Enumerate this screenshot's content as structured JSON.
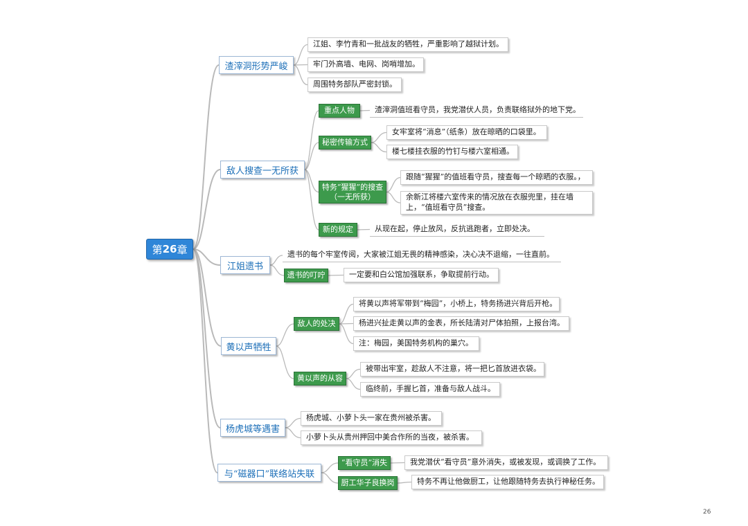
{
  "root": {
    "chapter_prefix": "第",
    "chapter_num": "26",
    "chapter_suffix": "章"
  },
  "branches": {
    "b1": {
      "title": "渣滓洞形势严峻",
      "leaves": [
        "江姐、李竹青和一批战友的牺牲，严重影响了越狱计划。",
        "牢门外高墙、电网、岗哨增加。",
        "周围特务部队严密封锁。"
      ]
    },
    "b2": {
      "title": "敌人搜查一无所获",
      "s1": {
        "label": "重点人物",
        "leaf": "渣滓洞值班看守员，我党潜伏人员，负责联络狱外的地下党。"
      },
      "s2": {
        "label": "秘密传输方式",
        "leaves": [
          "女牢室将“消息”（纸条）放在晾晒的口袋里。",
          "楼七楼挂衣服的竹钉与楼六室相通。"
        ]
      },
      "s3": {
        "line1": "特务“猩猩”的搜查",
        "line2": "（一无所获）",
        "leaf1": "跟随“猩猩”的值班看守员，搜查每一个晾晒的衣服。，",
        "leaf2a": "余新江将楼六室传来的情况放在衣服兜里，挂在墙",
        "leaf2b": "上，“值班看守员”搜查。"
      },
      "s4": {
        "label": "新的规定",
        "leaf": "从现在起，停止放风，反抗逃跑者，立即处决。"
      }
    },
    "b3": {
      "title": "江姐遗书",
      "leaf": "遗书的每个牢室传阅，大家被江姐无畏的精神感染，决心决不退缩，一往直前。",
      "s1": {
        "label": "遗书的叮咛",
        "leaf": "一定要和白公馆加强联系，争取提前行动。"
      }
    },
    "b4": {
      "title": "黄以声牺牲",
      "s1": {
        "label": "敌人的处决",
        "leaves": [
          "将黄以声将军带到“梅园”，小桥上，特务扬进兴背后开枪。",
          "杨进兴扯走黄以声的金表，所长陆清对尸体拍照，上报台湾。",
          "注：梅园，美国特务机构的巢穴。"
        ]
      },
      "s2": {
        "label": "黄以声的从容",
        "leaves": [
          "被带出牢室，趁敌人不注意，将一把匕首放进衣袋。",
          "临终前，手握匕首，准备与敌人战斗。"
        ]
      }
    },
    "b5": {
      "title": "杨虎城等遇害",
      "leaves": [
        "杨虎城、小萝卜头一家在贵州被杀害。",
        "小萝卜头从贵州押回中美合作所的当夜，被杀害。"
      ]
    },
    "b6": {
      "title": "与“磁器口”联络站失联",
      "s1": {
        "label": "“看守员”消失",
        "leaf": "我党潜伏“看守员”意外消失，或被发现，或调换了工作。"
      },
      "s2": {
        "label": "厨工华子良换岗",
        "leaf": "特务不再让他做厨工，让他跟随特务去执行神秘任务。"
      }
    }
  },
  "page_number": "26",
  "colors": {
    "root": "#2f86d8",
    "branch_text": "#1c6fb8",
    "sub_bg": "#3d9a4c",
    "line": "#b9b9b9"
  }
}
